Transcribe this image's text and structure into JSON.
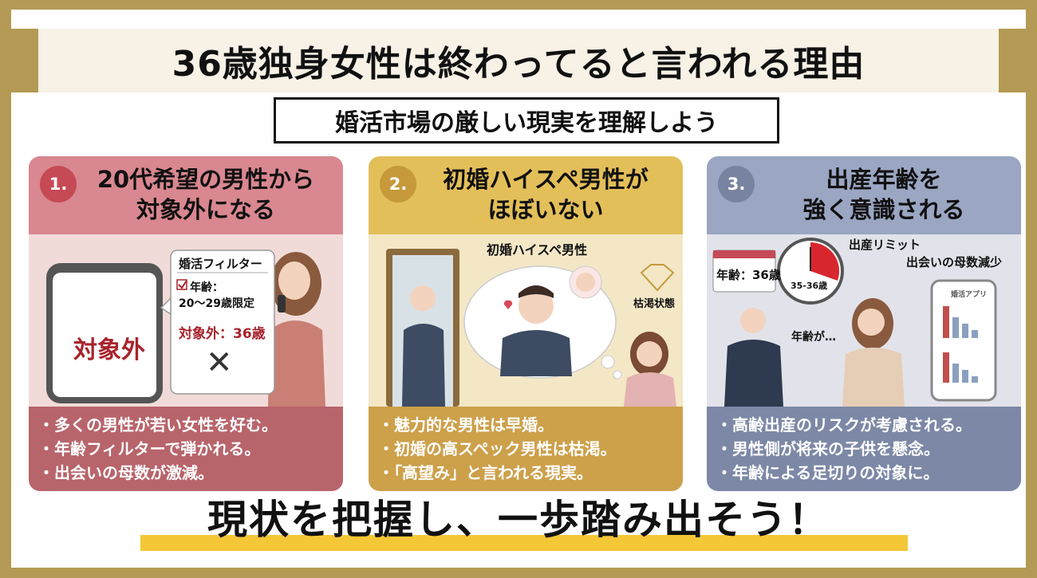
{
  "title": "36歳独身女性は終わってると言われる理由",
  "subtitle": "婚活市場の厳しい現実を理解しよう",
  "cards": [
    {
      "number": "1.",
      "heading_line1": "20代希望の男性から",
      "heading_line2": "対象外になる",
      "phone_label": "対象外",
      "filter_title": "婚活フィルター",
      "filter_age_label": "年齢：",
      "filter_age_range": "20〜29歳限定",
      "filter_reject": "対象外：36歳",
      "reject_mark": "✕",
      "bullets": [
        "多くの男性が若い女性を好む。",
        "年齢フィルターで弾かれる。",
        "出会いの母数が激減。"
      ],
      "colors": {
        "head": "#d98790",
        "body": "#f1dbd8",
        "foot": "#b8646b",
        "badge": "#c54a55"
      }
    },
    {
      "number": "2.",
      "heading_line1": "初婚ハイスペ男性が",
      "heading_line2": "ほぼいない",
      "thought_label": "初婚ハイスペ男性",
      "depleted_label": "枯渇状態",
      "bullets": [
        "魅力的な男性は早婚。",
        "初婚の高スペック男性は枯渇。",
        "「高望み」と言われる現実。"
      ],
      "colors": {
        "head": "#e3bf5a",
        "body": "#f3e7c6",
        "foot": "#cda04a",
        "badge": "#c6993a"
      }
    },
    {
      "number": "3.",
      "heading_line1": "出産年齢を",
      "heading_line2": "強く意識される",
      "calendar_label": "年齢：36歳",
      "clock_label": "35-36歳",
      "limit_label": "出産リミット",
      "decline_label": "出会いの母数減少",
      "speech_label": "年齢が…",
      "app_title": "婚活アプリ",
      "bullets": [
        "高齢出産のリスクが考慮される。",
        "男性側が将来の子供を懸念。",
        "年齢による足切りの対象に。"
      ],
      "colors": {
        "head": "#9aa6c2",
        "body": "#e2e3ea",
        "foot": "#7c88a6",
        "badge": "#78849f"
      }
    }
  ],
  "footer": "現状を把握し、一歩踏み出そう！",
  "colors": {
    "gold": "#b49a55",
    "highlight": "#f4c737",
    "accent_red": "#a8232b"
  }
}
